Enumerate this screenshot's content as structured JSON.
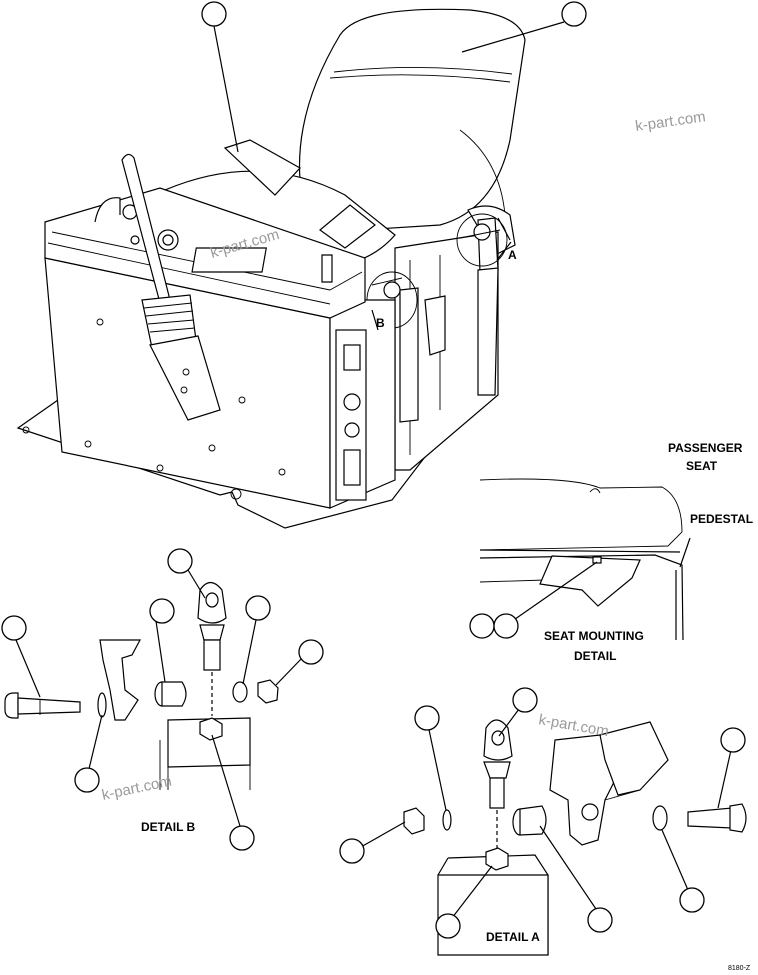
{
  "labels": {
    "passenger_seat_line1": "PASSENGER",
    "passenger_seat_line2": "SEAT",
    "pedestal": "PEDESTAL",
    "seat_mounting_line1": "SEAT MOUNTING",
    "seat_mounting_line2": "DETAIL",
    "detail_a": "DETAIL A",
    "detail_b": "DETAIL B",
    "view_a": "A",
    "view_b": "B"
  },
  "watermarks": {
    "top_right": "k-part.com",
    "console": "k-part.com",
    "detail_a": "k-part.com",
    "detail_b": "k-part.com"
  },
  "drawing_code": "8180-Z"
}
